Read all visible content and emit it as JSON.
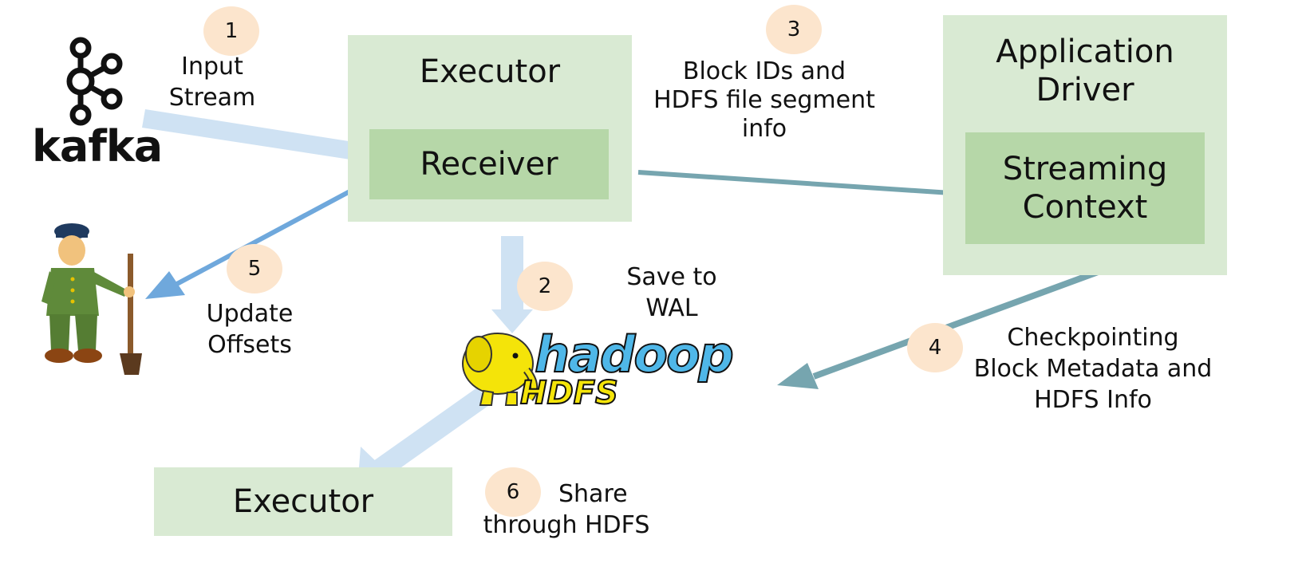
{
  "kafka": {
    "logo_text": "kafka",
    "icon": "kafka-logo-icon"
  },
  "oozie": {
    "icon": "oozie-mascot-icon"
  },
  "executor_top": {
    "title": "Executor",
    "inner": "Receiver"
  },
  "driver": {
    "title": "Application Driver",
    "title_line1": "Application",
    "title_line2": "Driver",
    "inner_line1": "Streaming",
    "inner_line2": "Context"
  },
  "executor_bottom": {
    "title": "Executor"
  },
  "hdfs": {
    "icon": "hadoop-elephant-icon",
    "word1": "hadoop",
    "word2": "HDFS"
  },
  "steps": [
    {
      "num": "1",
      "line1": "Input",
      "line2": "Stream"
    },
    {
      "num": "2",
      "line1": "Save to",
      "line2": "WAL"
    },
    {
      "num": "3",
      "line1": "Block IDs and",
      "line2": "HDFS file segment",
      "line3": "info"
    },
    {
      "num": "4",
      "line1": "Checkpointing",
      "line2": "Block Metadata and",
      "line3": "HDFS Info"
    },
    {
      "num": "5",
      "line1": "Update",
      "line2": "Offsets"
    },
    {
      "num": "6",
      "line1": "Share",
      "line2": "through HDFS"
    }
  ],
  "colors": {
    "box_light": "#d9ead3",
    "box_dark": "#b6d7a8",
    "step_circle": "#fce5cd",
    "arrow_light": "#cfe2f3",
    "arrow_teal": "#76a5af",
    "arrow_blue": "#6fa8dc",
    "hadoop_yellow": "#f4e409",
    "hadoop_blue": "#4fb7e8"
  }
}
